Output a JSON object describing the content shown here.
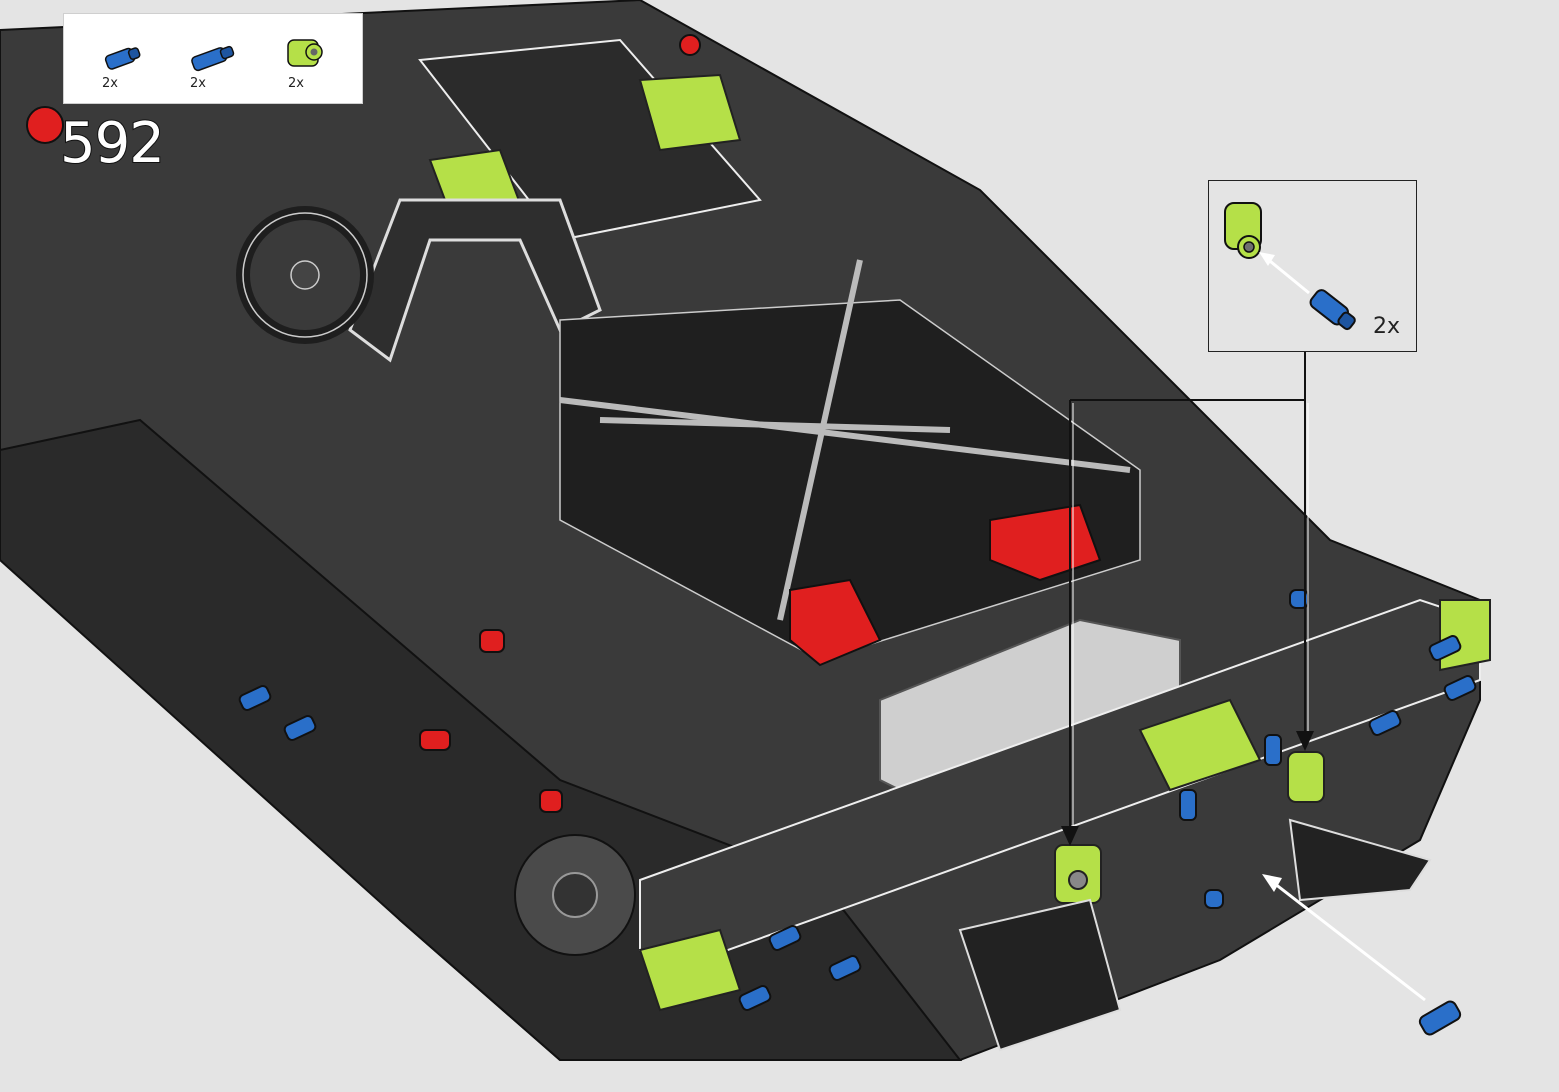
{
  "step": {
    "number": "592"
  },
  "parts_list": [
    {
      "part": "blue-axle-pin",
      "quantity": "2x"
    },
    {
      "part": "blue-axle-pin",
      "quantity": "2x"
    },
    {
      "part": "lime-pin-connector",
      "quantity": "2x"
    }
  ],
  "callout": {
    "parts": [
      "lime-pin-connector",
      "blue-axle-pin"
    ],
    "quantity": "2x"
  },
  "colors": {
    "background": "#e4e4e4",
    "dark_bluish_gray": "#2e2e2e",
    "light_gray": "#a9a9a9",
    "lime": "#b5e048",
    "blue": "#2a6fc9",
    "red": "#e01f1f"
  }
}
